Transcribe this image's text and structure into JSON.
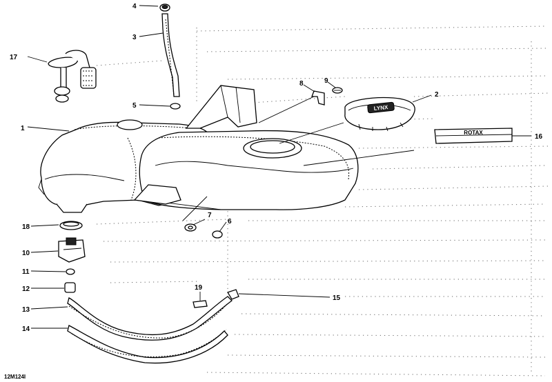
{
  "diagram": {
    "reference_code": "12M124I",
    "callouts": {
      "c1": "1",
      "c2": "2",
      "c3": "3",
      "c4": "4",
      "c5": "5",
      "c6": "6",
      "c7": "7",
      "c8": "8",
      "c9": "9",
      "c10": "10",
      "c11": "11",
      "c12": "12",
      "c13": "13",
      "c14": "14",
      "c15": "15",
      "c16": "16",
      "c17": "17",
      "c18": "18",
      "c19": "19"
    },
    "cap_emblem": "LYNX",
    "label_text": "ROTAX"
  }
}
